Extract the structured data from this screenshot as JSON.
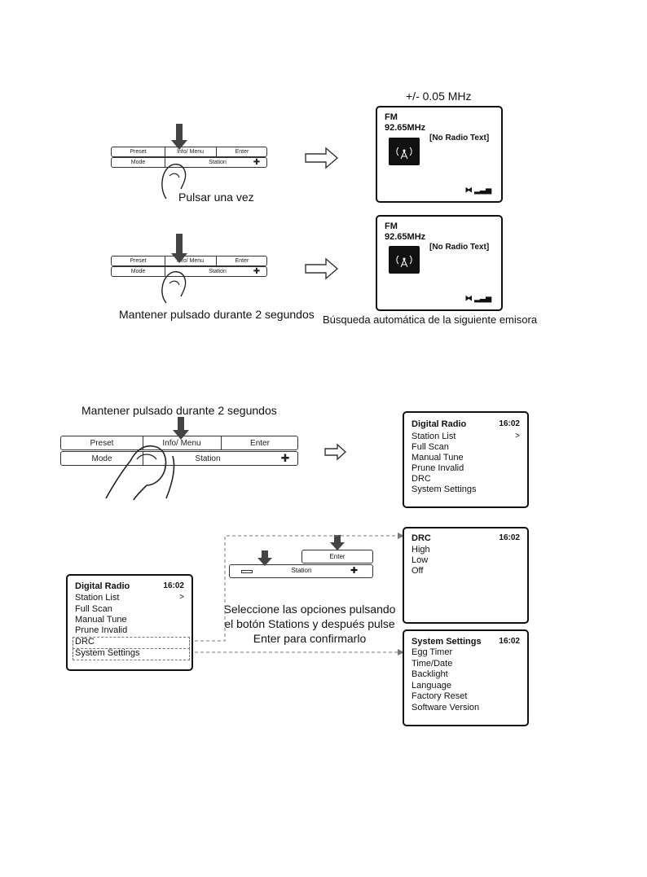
{
  "fm_section": {
    "step_label": "+/- 0.05 MHz",
    "press_once": "Pulsar una vez",
    "hold_caption": "Mantener pulsado durante 2 segundos",
    "auto_search": "Búsqueda automática de la siguiente emisora",
    "panel": {
      "top_buttons": [
        "Preset",
        "Info/ Menu",
        "Enter"
      ],
      "bottom_buttons": [
        "Mode",
        "",
        "Station"
      ]
    },
    "screen": {
      "band": "FM",
      "frequency": "92.65MHz",
      "radio_text": "[No Radio Text]"
    }
  },
  "dab_section": {
    "hold_caption": "Mantener pulsado durante 2 segundos",
    "panel": {
      "top_buttons": [
        "Preset",
        "Info/ Menu",
        "Enter"
      ],
      "bottom_buttons": [
        "Mode",
        "Station"
      ]
    },
    "small_panel": {
      "enter_label": "Enter",
      "station_label": "Station"
    },
    "instruction_lines": [
      "Seleccione las opciones pulsando",
      "el botón Stations y después pulse",
      "Enter para confirmarlo"
    ],
    "main_menu": {
      "title": "Digital Radio",
      "time": "16:02",
      "items": [
        "Station List",
        "Full Scan",
        "Manual Tune",
        "Prune Invalid",
        "DRC",
        "System Settings"
      ],
      "submenu_marker": ">"
    },
    "drc_menu": {
      "title": "DRC",
      "time": "16:02",
      "items": [
        "High",
        "Low",
        "Off"
      ]
    },
    "system_menu": {
      "title": "System Settings",
      "time": "16:02",
      "items": [
        "Egg Timer",
        "Time/Date",
        "Backlight",
        "Language",
        "Factory Reset",
        "Software Version"
      ]
    }
  }
}
